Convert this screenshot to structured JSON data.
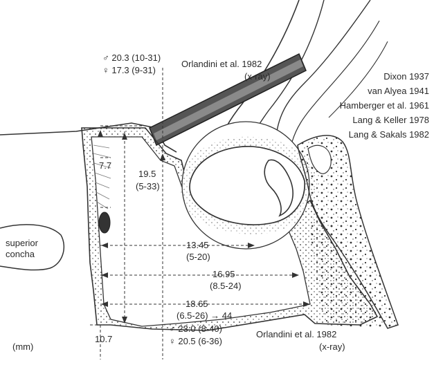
{
  "references": [
    "Dixon 1937",
    "van Alyea 1941",
    "Hamberger et al. 1961",
    "Lang & Keller 1978",
    "Lang & Sakals 1982"
  ],
  "superior_concha": {
    "line1": "superior",
    "line2": "concha"
  },
  "unit_label": "(mm)",
  "top_measure": {
    "male": "♂ 20.3 (10-31)",
    "female": "♀ 17.3 (9-31)",
    "source": "Orlandini et al. 1982",
    "method": "(x-ray)"
  },
  "bottom_measure": {
    "male": "♂ 23.0 (8-40)",
    "female": "♀ 20.5 (6-36)",
    "source": "Orlandini et al. 1982",
    "method": "(x-ray)"
  },
  "measurements": {
    "m77": "7.7",
    "m195": "19.5",
    "m195_range": "(5-33)",
    "m1345": "13.45",
    "m1345_range": "(5-20)",
    "m1695": "16.95",
    "m1695_range": "(8.5-24)",
    "m1865": "18.65",
    "m1865_range": "(6.5-26) → 44",
    "m107": "10.7"
  }
}
